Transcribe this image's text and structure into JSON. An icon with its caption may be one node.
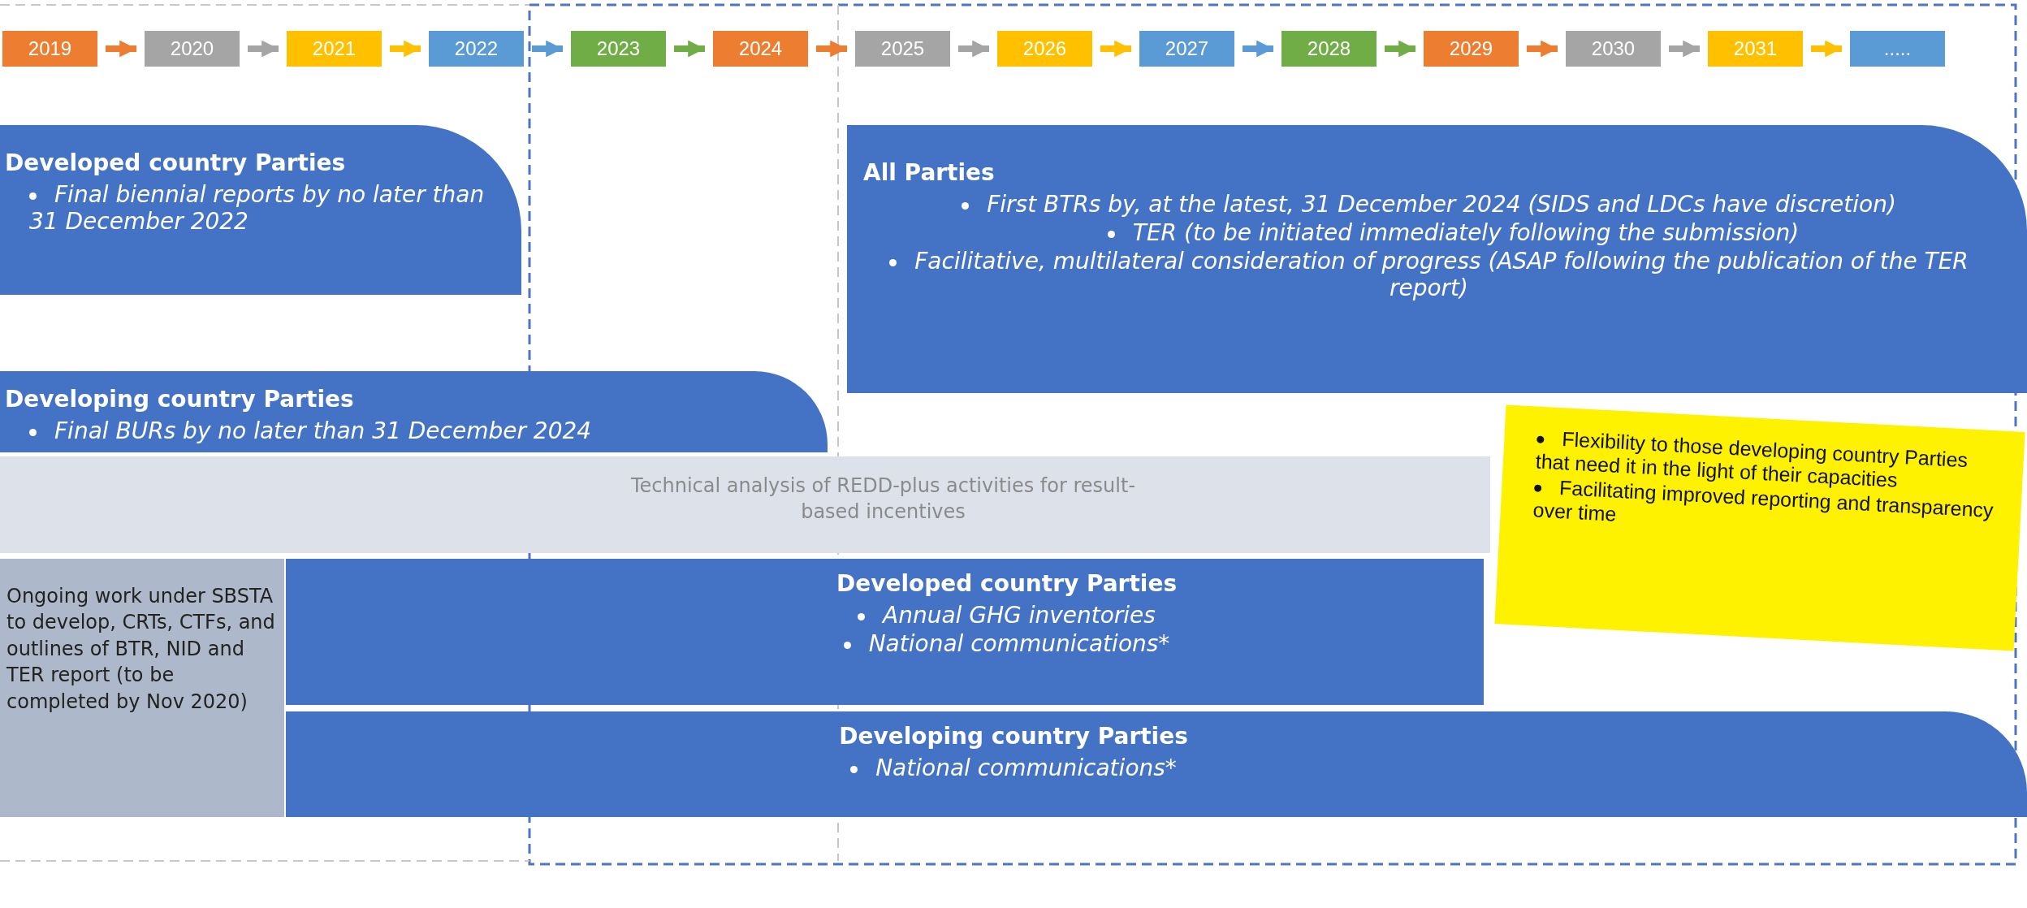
{
  "diagram": {
    "nodes": [
      {
        "text": [
          "2019"
        ]
      },
      {
        "text": [
          "2020"
        ]
      },
      {
        "text": [
          "2021"
        ]
      },
      {
        "text": [
          "2022"
        ]
      },
      {
        "text": [
          "2023"
        ]
      },
      {
        "text": [
          "2024"
        ]
      },
      {
        "text": [
          "2025"
        ]
      },
      {
        "text": [
          "2026"
        ]
      },
      {
        "text": [
          "2027"
        ]
      },
      {
        "text": [
          "2028"
        ]
      },
      {
        "text": [
          "2029"
        ]
      },
      {
        "text": [
          "2030"
        ]
      },
      {
        "text": [
          "2031"
        ]
      },
      {
        "text": [
          "....."
        ]
      },
      {
        "text": [
          "Developed country Parties",
          "Final biennial reports by no later than 31 December 2022"
        ]
      },
      {
        "text": [
          "All Parties",
          "First BTRs by, at the latest, 31 December 2024 (SIDS and LDCs have discretion)",
          "TER (to be initiated immediately following the submission)",
          "Facilitative, multilateral consideration of progress (ASAP following the publication of the TER report)"
        ]
      },
      {
        "text": [
          "Developing country Parties",
          "Final BURs by no later than 31 December 2024"
        ]
      },
      {
        "text": [
          "Technical analysis of REDD-plus activities for result-based incentives"
        ]
      },
      {
        "text": [
          "Flexibility to those developing country Parties that need it in the light of their capacities",
          "Facilitating improved reporting and transparency over time"
        ]
      },
      {
        "text": [
          "Developed country Parties",
          "Annual GHG inventories",
          "National communications*"
        ]
      },
      {
        "text": [
          "Ongoing work under SBSTA to develop, CRTs, CTFs, and outlines of BTR, NID and TER report (to be completed by Nov 2020)"
        ]
      },
      {
        "text": [
          "Developing country Parties",
          "National communications*"
        ]
      }
    ],
    "edges": [
      {
        "from": 0,
        "to": 1,
        "arrow": "to",
        "color": "#ed7d31"
      },
      {
        "from": 1,
        "to": 2,
        "arrow": "to",
        "color": "#a5a5a5"
      },
      {
        "from": 2,
        "to": 3,
        "arrow": "to",
        "color": "#ffc000"
      },
      {
        "from": 3,
        "to": 4,
        "arrow": "to",
        "color": "#5b9bd5"
      },
      {
        "from": 4,
        "to": 5,
        "arrow": "to",
        "color": "#70ad47"
      },
      {
        "from": 5,
        "to": 6,
        "arrow": "to",
        "color": "#ed7d31"
      },
      {
        "from": 6,
        "to": 7,
        "arrow": "to",
        "color": "#a5a5a5"
      },
      {
        "from": 7,
        "to": 8,
        "arrow": "to",
        "color": "#ffc000"
      },
      {
        "from": 8,
        "to": 9,
        "arrow": "to",
        "color": "#5b9bd5"
      },
      {
        "from": 9,
        "to": 10,
        "arrow": "to",
        "color": "#70ad47"
      },
      {
        "from": 10,
        "to": 11,
        "arrow": "to",
        "color": "#ed7d31"
      },
      {
        "from": 11,
        "to": 12,
        "arrow": "to",
        "color": "#a5a5a5"
      },
      {
        "from": 12,
        "to": 13,
        "arrow": "to",
        "color": "#ffc000"
      }
    ]
  }
}
